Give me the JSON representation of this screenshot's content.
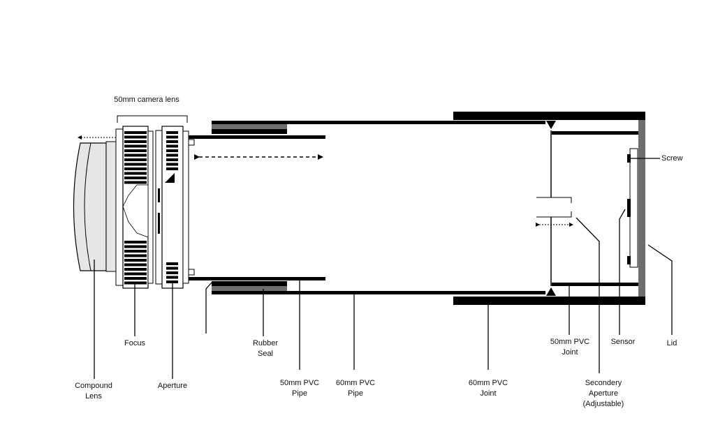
{
  "colors": {
    "ink": "#000000",
    "seal": "#6e6e6e",
    "lid": "#6e6e6e",
    "lens_fill": "#e6e6e6",
    "background": "#ffffff"
  },
  "labels": {
    "camera_lens": "50mm camera lens",
    "screw": "Screw",
    "compound_lens": [
      "Compound",
      "Lens"
    ],
    "focus": "Focus",
    "aperture": "Aperture",
    "rubber_seal": [
      "Rubber",
      "Seal"
    ],
    "pipe_50": [
      "50mm PVC",
      "Pipe"
    ],
    "pipe_60": [
      "60mm PVC",
      "Pipe"
    ],
    "joint_60": [
      "60mm PVC",
      "Joint"
    ],
    "joint_50": [
      "50mm PVC",
      "Joint"
    ],
    "sensor": "Sensor",
    "lid": "Lid",
    "secondary_aperture": [
      "Secondery",
      "Aperture",
      "(Adjustable)"
    ]
  }
}
